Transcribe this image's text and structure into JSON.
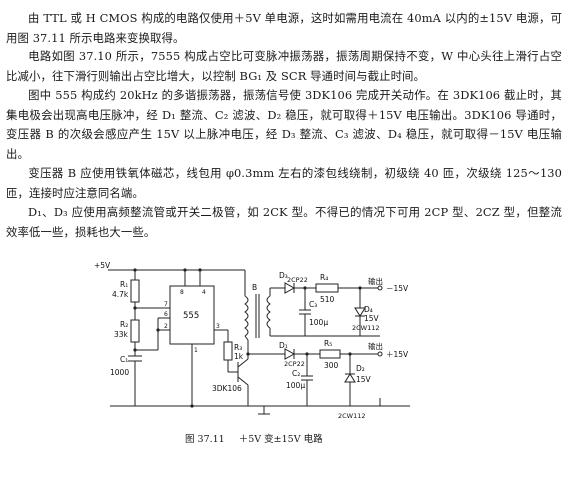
{
  "paragraphs": {
    "p1": "由 TTL 或 H CMOS 构成的电路仅使用＋5V 单电源，这时如需用电流在 40mA 以内的±15V 电源，可用图 37.11 所示电路来变换取得。",
    "p2": "电路如图 37.10 所示，7555 构成占空比可变脉冲振荡器，振荡周期保持不变，W 中心头往上滑行占空比减小，往下滑行则输出占空比增大，以控制 BG₁ 及 SCR 导通时间与截止时间。",
    "p3": "图中 555 构成约 20kHz 的多谐振荡器，振荡信号使 3DK106 完成开关动作。在 3DK106 截止时，其集电极会出现高电压脉冲，经 D₁ 整流、C₂ 滤波、D₂ 稳压，就可取得＋15V 电压输出。3DK106 导通时，变压器 B 的次级会感应产生 15V 以上脉冲电压，经 D₃ 整流、C₃ 滤波、D₄ 稳压，就可取得－15V 电压输出。",
    "p4": "变压器 B 应使用铁氧体磁芯，线包用 φ0.3mm 左右的漆包线绕制，初级绕 40 匝，次级绕 125～130 匝，连接时应注意同名端。",
    "p5": "D₁、D₃ 应使用高频整流管或开关二极管，如 2CK 型。不得已的情况下可用 2CP 型、2CZ 型，但整流效率低一些，损耗也大一些。"
  },
  "figure": {
    "supply": "+5V",
    "r1": "R₁",
    "r1_value": "4.7k",
    "r2": "R₂",
    "r2_value": "33k",
    "c1": "C₁",
    "c1_value": "1000",
    "ic": "555",
    "pin8": "8",
    "pin4": "4",
    "pin7": "7",
    "pin6": "6",
    "pin2": "2",
    "pin3": "3",
    "pin1": "1",
    "r3": "R₃",
    "r3_value": "1k",
    "transistor": "3DK106",
    "transformer": "B",
    "d3": "D₃",
    "d3_type": "2CP22",
    "r4": "R₄",
    "r4_value": "510",
    "c3": "C₃",
    "c3_value": "100μ",
    "d4": "D₄",
    "d4_value": "15V",
    "d4_type": "2CW112",
    "out_top": "输出",
    "out_neg": "－15V",
    "d1": "D₁",
    "d1_type": "2CP22",
    "r5": "R₅",
    "r5_value": "300",
    "c2": "C₂",
    "c2_value": "100μ",
    "d2": "D₂",
    "d2_value": "15V",
    "d2_type": "2CW112",
    "out_bottom": "输出",
    "out_pos": "＋15V"
  },
  "caption": {
    "number": "图 37.11",
    "title": "＋5V 变±15V 电路"
  }
}
